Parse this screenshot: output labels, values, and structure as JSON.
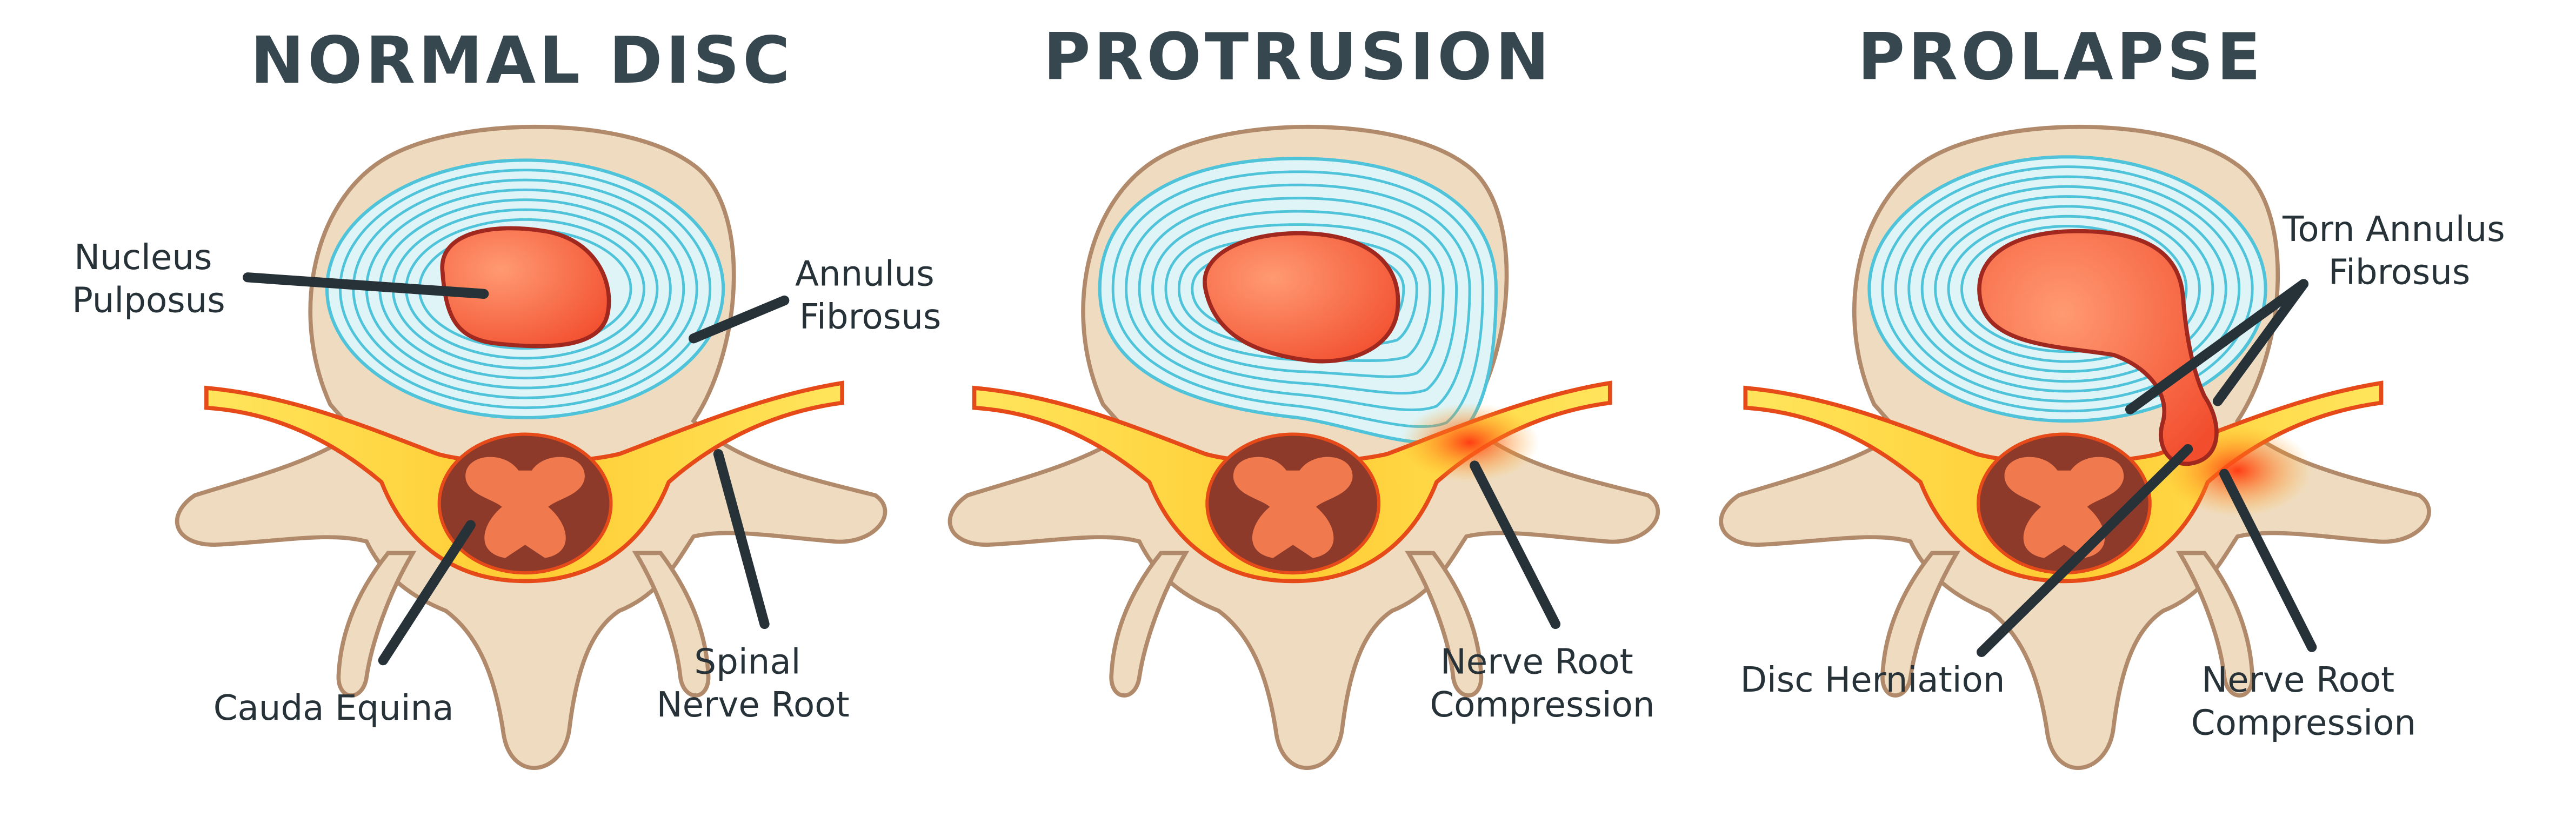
{
  "panels": [
    {
      "title": "NORMAL DISC",
      "labels": {
        "nucleus": [
          "Nucleus",
          "Pulposus"
        ],
        "annulus": [
          "Annulus",
          "Fibrosus"
        ],
        "cauda": [
          "Cauda Equina"
        ],
        "spinal": [
          "Spinal",
          "Nerve Root"
        ]
      }
    },
    {
      "title": "PROTRUSION",
      "labels": {
        "compression": [
          "Nerve Root",
          "Compression"
        ]
      }
    },
    {
      "title": "PROLAPSE",
      "labels": {
        "torn": [
          "Torn Annulus",
          "Fibrosus"
        ],
        "herniation": [
          "Disc Herniation"
        ],
        "compression": [
          "Nerve Root",
          "Compression"
        ]
      }
    }
  ],
  "colors": {
    "bone_fill": "#efdcc0",
    "bone_outline": "#b08a6a",
    "annulus_fill": "#dff4f7",
    "annulus_rings": "#4fc3d9",
    "nucleus_fill": "#ff6f4e",
    "nucleus_outline": "#a0281e",
    "nerve_fill": "#ffd23a",
    "nerve_outline": "#e64a19",
    "inflamed": "#ff5a1a",
    "canal": "#8d3a2b",
    "cord": "#f07a4e",
    "title": "#37474f",
    "text": "#263238"
  }
}
